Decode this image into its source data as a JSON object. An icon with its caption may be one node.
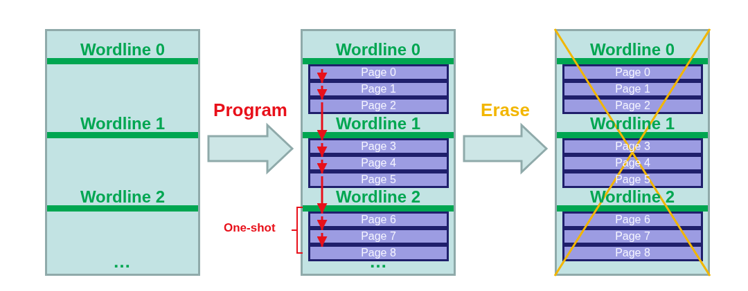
{
  "diagram": {
    "nodes": [
      {
        "text": [],
        "shape": "box"
      },
      {
        "text": [
          "Wordline 0"
        ],
        "in": 0
      },
      {
        "text": [
          "Wordline 1"
        ],
        "in": 0
      },
      {
        "text": [
          "Wordline 2"
        ],
        "in": 0
      },
      {
        "text": [],
        "shape": "box"
      },
      {
        "text": [
          "Wordline 0"
        ],
        "in": 4
      },
      {
        "text": [
          "Page 0"
        ],
        "in": 4
      },
      {
        "text": [
          "Page 1"
        ],
        "in": 4
      },
      {
        "text": [
          "Page 2"
        ],
        "in": 4
      },
      {
        "text": [
          "Wordline 1"
        ],
        "in": 4
      },
      {
        "text": [
          "Page 3"
        ],
        "in": 4
      },
      {
        "text": [
          "Page 4"
        ],
        "in": 4
      },
      {
        "text": [
          "Page 5"
        ],
        "in": 4
      },
      {
        "text": [
          "Wordline 2"
        ],
        "in": 4
      },
      {
        "text": [
          "Page 6"
        ],
        "in": 4
      },
      {
        "text": [
          "Page 7"
        ],
        "in": 4
      },
      {
        "text": [
          "Page 8"
        ],
        "in": 4
      },
      {
        "text": [],
        "shape": "box"
      },
      {
        "text": [
          "Wordline 0"
        ],
        "in": 17
      },
      {
        "text": [
          "Page 0"
        ],
        "in": 17
      },
      {
        "text": [
          "Page 1"
        ],
        "in": 17
      },
      {
        "text": [
          "Page 2"
        ],
        "in": 17
      },
      {
        "text": [
          "Wordline 1"
        ],
        "in": 17
      },
      {
        "text": [
          "Page 3"
        ],
        "in": 17
      },
      {
        "text": [
          "Page 4"
        ],
        "in": 17
      },
      {
        "text": [
          "Page 5"
        ],
        "in": 17
      },
      {
        "text": [
          "Wordline 2"
        ],
        "in": 17
      },
      {
        "text": [
          "Page 6"
        ],
        "in": 17
      },
      {
        "text": [
          "Page 7"
        ],
        "in": 17
      },
      {
        "text": [
          "Page 8"
        ],
        "in": 17
      }
    ],
    "edges": [
      {
        "from": 0,
        "to": 4,
        "arrow": "to",
        "label": "Program",
        "color": "#cde6e6"
      },
      {
        "from": 6,
        "to": 7,
        "arrow": "to"
      },
      {
        "from": 7,
        "to": 8,
        "arrow": "to"
      },
      {
        "from": 8,
        "to": 10,
        "arrow": "to"
      },
      {
        "from": 10,
        "to": 11,
        "arrow": "to"
      },
      {
        "from": 11,
        "to": 12,
        "arrow": "to"
      },
      {
        "from": 12,
        "to": 14,
        "arrow": "to"
      },
      {
        "from": 14,
        "to": 15,
        "arrow": "to"
      },
      {
        "from": 15,
        "to": 16,
        "arrow": "to"
      },
      {
        "from": 4,
        "to": 17,
        "arrow": "to",
        "label": "Erase",
        "color": "#cde6e6"
      }
    ],
    "labels": [
      "…",
      "One-shot",
      "…"
    ]
  }
}
